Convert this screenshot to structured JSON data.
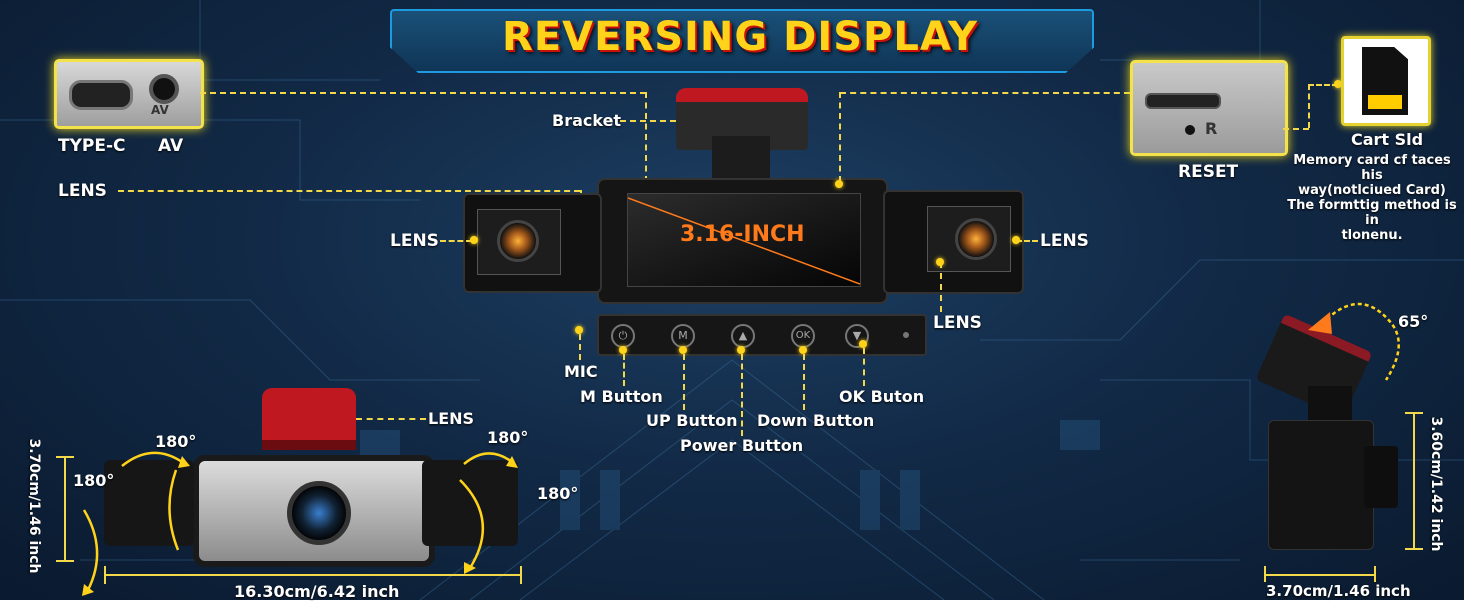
{
  "title": "REVERSING DISPLAY",
  "ports": {
    "type_c": "TYPE-C",
    "av": "AV",
    "port_mark": "AV"
  },
  "labels": {
    "lens_left_top": "LENS",
    "bracket": "Bracket",
    "lens_left": "LENS",
    "lens_right": "LENS",
    "lens_bottom": "LENS",
    "lens_front": "LENS",
    "screen": "3.16-INCH",
    "reset": "RESET",
    "reset_mark": "R",
    "card_slot": "Cart Sld"
  },
  "card_note": [
    "Memory card cf taces his",
    "way(notlciued Card)",
    "The formttig method is in",
    "tlonenu."
  ],
  "buttons": {
    "mic": "MIC",
    "m": "M Button",
    "up": "UP Button",
    "power": "Power Button",
    "down": "Down Button",
    "ok": "OK Buton",
    "icon_m": "M",
    "icon_ok": "OK"
  },
  "rotation": {
    "left_top": "180°",
    "left_side": "180°",
    "right_top": "180°",
    "right_side": "180°",
    "tilt": "65°"
  },
  "dimensions": {
    "height_left": "3.70cm/1.46 inch",
    "width_bottom": "16.30cm/6.42 inch",
    "height_right": "3.60cm/1.42 inch",
    "width_right": "3.70cm/1.46 inch"
  },
  "colors": {
    "accent": "#ffd31a",
    "title_shadow": "#c8100a",
    "bracket_red": "#c01820",
    "screen_text": "#ff7a1a"
  }
}
